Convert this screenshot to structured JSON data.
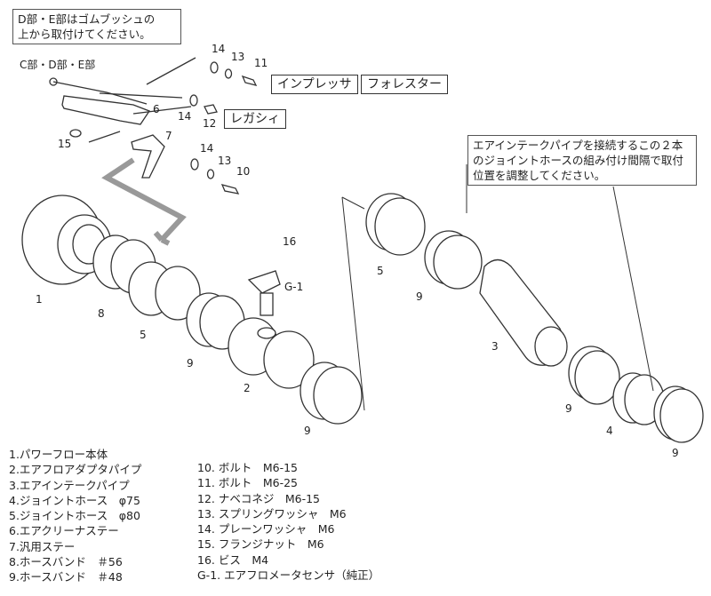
{
  "notes": {
    "top_left": [
      "D部・E部はゴムブッシュの",
      "上から取付けてください。"
    ],
    "right": [
      "エアインテークパイプを接続するこの２本",
      "のジョイントホースの組み付け間隔で取付",
      "位置を調整してください。"
    ]
  },
  "location_label": "C部・D部・E部",
  "vehicle_badges": [
    "インプレッサ",
    "フォレスター",
    "レガシィ"
  ],
  "callouts": {
    "p1": "1",
    "p2": "2",
    "p3": "3",
    "p4": "4",
    "p5a": "5",
    "p5b": "5",
    "p6": "6",
    "p7": "7",
    "p8": "8",
    "p9a": "9",
    "p9b": "9",
    "p9c": "9",
    "p9d": "9",
    "p10": "10",
    "p11": "11",
    "p12": "12",
    "p13a": "13",
    "p13b": "13",
    "p14a": "14",
    "p14b": "14",
    "p14c": "14",
    "p15": "15",
    "p16": "16",
    "g1": "G-1"
  },
  "parts_left": [
    "1.パワーフロー本体",
    "2.エアフロアダプタパイプ",
    "3.エアインテークパイプ",
    "4.ジョイントホース　φ75",
    "5.ジョイントホース　φ80",
    "6.エアクリーナステー",
    "7.汎用ステー",
    "8.ホースバンド　＃56",
    "9.ホースバンド　＃48"
  ],
  "parts_right": [
    "10. ボルト　M6-15",
    "11. ボルト　M6-25",
    "12. ナベコネジ　M6-15",
    "13. スプリングワッシャ　M6",
    "14. プレーンワッシャ　M6",
    "15. フランジナット　M6",
    "16. ビス　M4",
    "G-1. エアフロメータセンサ（純正）"
  ],
  "colors": {
    "arrow": "#999999",
    "line": "#333333"
  }
}
